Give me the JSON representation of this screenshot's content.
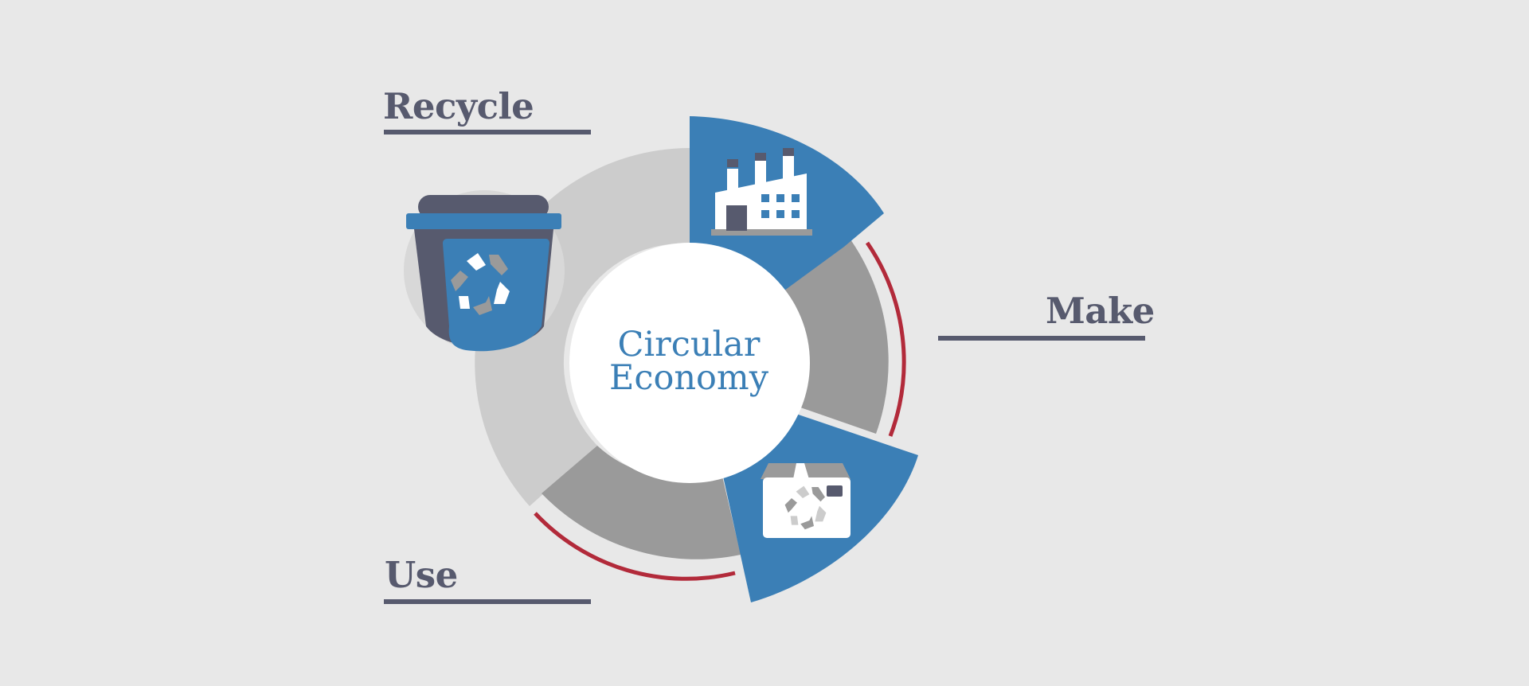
{
  "center": {
    "line1": "Circular",
    "line2": "Economy"
  },
  "stages": {
    "recycle": {
      "label": "Recycle"
    },
    "make": {
      "label": "Make"
    },
    "use": {
      "label": "Use"
    }
  },
  "colors": {
    "background": "#e8e8e8",
    "accent_blue": "#3b7fb6",
    "ring_light": "#cccccc",
    "ring_mid": "#9a9a9a",
    "arrow_red": "#b22a3a",
    "label_dark": "#575a6e"
  },
  "icons": [
    "recycle-bin-icon",
    "factory-icon",
    "recyclable-box-icon",
    "recycle-symbol-icon"
  ]
}
